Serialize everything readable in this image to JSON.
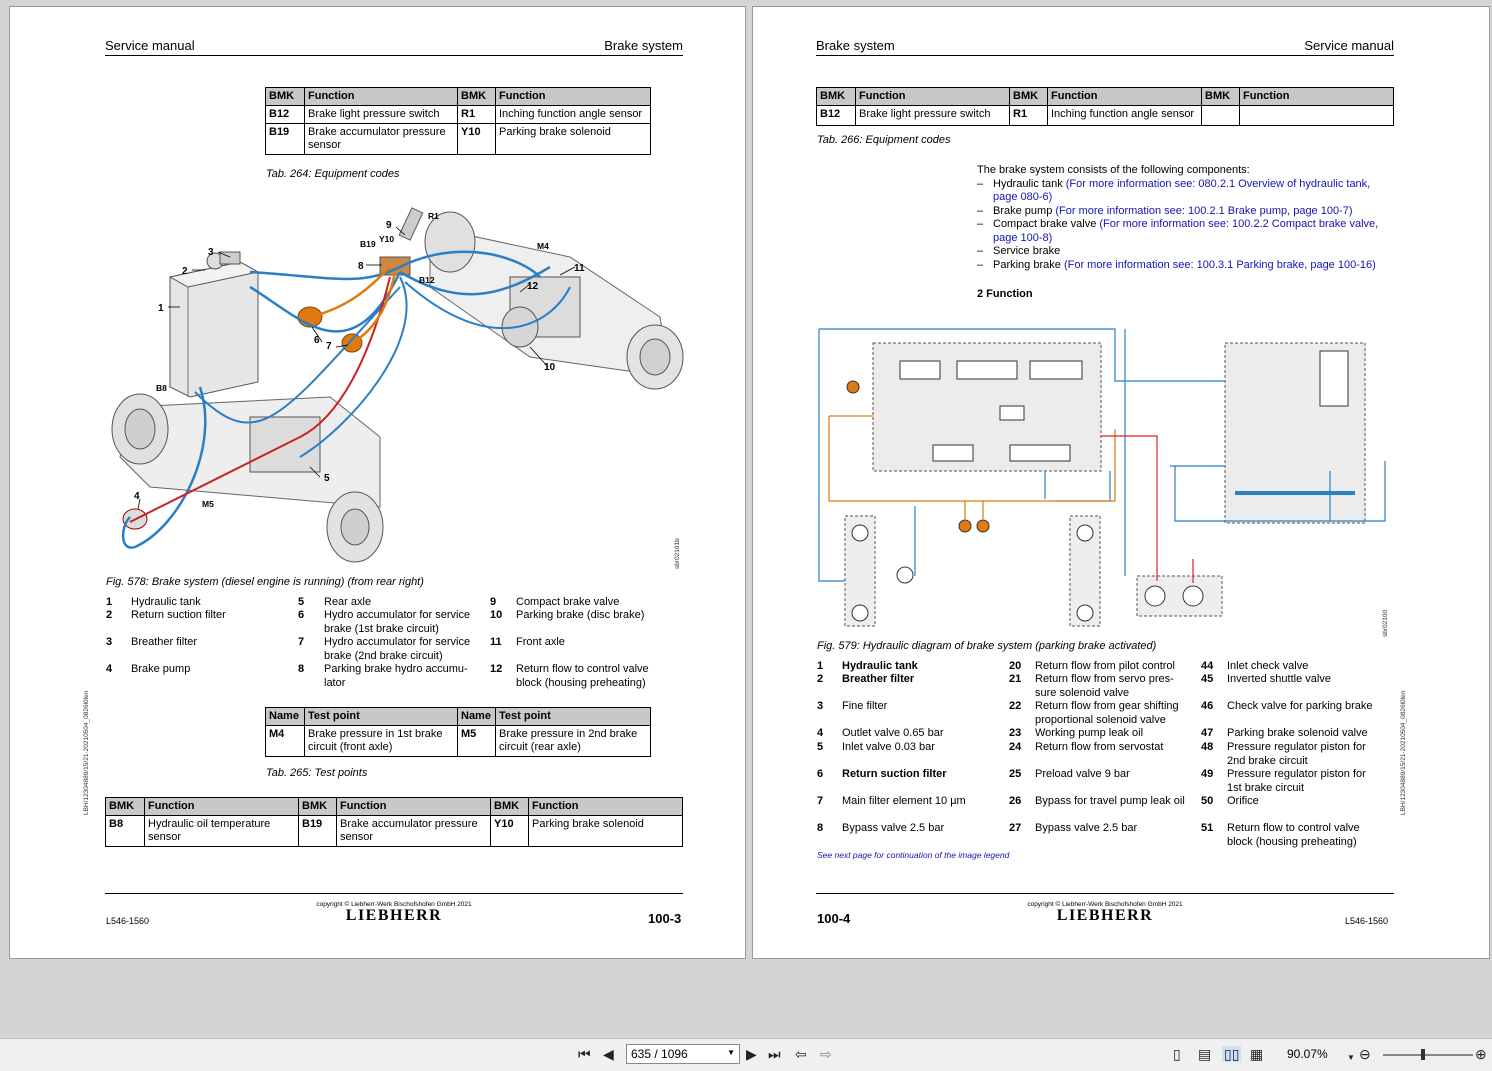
{
  "left_page": {
    "header": {
      "left": "Service manual",
      "right": "Brake system"
    },
    "tab264": {
      "headers": [
        "BMK",
        "Function",
        "BMK",
        "Function"
      ],
      "rows": [
        [
          "B12",
          "Brake light pressure switch",
          "R1",
          "Inching function angle sensor"
        ],
        [
          "B19",
          "Brake accumulator pressure sensor",
          "Y10",
          "Parking brake solenoid"
        ]
      ],
      "caption": "Tab. 264: Equipment codes"
    },
    "figure": {
      "labels": [
        "1",
        "2",
        "3",
        "4",
        "5",
        "6",
        "7",
        "8",
        "9",
        "10",
        "11",
        "12",
        "B8",
        "B12",
        "B19",
        "Y10",
        "R1",
        "M4",
        "M5"
      ],
      "side_code": "sbr02101b",
      "caption": "Fig. 578: Brake system (diesel engine is running) (from rear right)"
    },
    "legend": [
      {
        "n": "1",
        "t": "Hydraulic tank"
      },
      {
        "n": "2",
        "t": "Return suction filter"
      },
      {
        "n": "3",
        "t": "Breather filter"
      },
      {
        "n": "4",
        "t": "Brake pump"
      },
      {
        "n": "5",
        "t": "Rear axle"
      },
      {
        "n": "6",
        "t": "Hydro accumulator for service brake (1st brake circuit)"
      },
      {
        "n": "7",
        "t": "Hydro accumulator for service brake (2nd brake circuit)"
      },
      {
        "n": "8",
        "t": "Parking brake hydro accumu-lator"
      },
      {
        "n": "9",
        "t": "Compact brake valve"
      },
      {
        "n": "10",
        "t": "Parking brake (disc brake)"
      },
      {
        "n": "11",
        "t": "Front axle"
      },
      {
        "n": "12",
        "t": "Return flow to control valve block (housing preheating)"
      }
    ],
    "tab265": {
      "headers": [
        "Name",
        "Test point",
        "Name",
        "Test point"
      ],
      "rows": [
        [
          "M4",
          "Brake pressure in 1st brake circuit (front axle)",
          "M5",
          "Brake pressure in 2nd brake circuit (rear axle)"
        ]
      ],
      "caption": "Tab. 265: Test points"
    },
    "tab_b8": {
      "headers": [
        "BMK",
        "Function",
        "BMK",
        "Function",
        "BMK",
        "Function"
      ],
      "rows": [
        [
          "B8",
          "Hydraulic oil temperature sensor",
          "B19",
          "Brake accumulator pressure sensor",
          "Y10",
          "Parking brake solenoid"
        ]
      ]
    },
    "side_text": "LBH/12304889/15/21-20210504_0826l0len",
    "footer": {
      "copyright": "copyright © Liebherr-Werk Bischofshofen GmbH 2021",
      "logo": "LIEBHERR",
      "model": "L546-1560",
      "page": "100-3"
    }
  },
  "right_page": {
    "header": {
      "left": "Brake system",
      "right": "Service manual"
    },
    "tab266": {
      "headers": [
        "BMK",
        "Function",
        "BMK",
        "Function",
        "BMK",
        "Function"
      ],
      "rows": [
        [
          "B12",
          "Brake light pressure switch",
          "R1",
          "Inching function angle sensor",
          "",
          ""
        ]
      ],
      "caption": "Tab. 266: Equipment codes"
    },
    "components": {
      "intro": "The brake system consists of the following components:",
      "items": [
        {
          "t": "Hydraulic tank",
          "link": "(For more information see: 080.2.1 Overview of hydraulic tank, page 080-6)"
        },
        {
          "t": "Brake pump",
          "link": "(For more information see: 100.2.1 Brake pump, page 100-7)"
        },
        {
          "t": "Compact brake valve",
          "link": "(For more information see: 100.2.2 Compact brake valve, page 100-8)"
        },
        {
          "t": "Service brake",
          "link": ""
        },
        {
          "t": "Parking brake",
          "link": "(For more information see: 100.3.1 Parking brake, page 100-16)"
        }
      ]
    },
    "section_title": "2 Function",
    "diagram": {
      "side_code": "sbr02100",
      "caption": "Fig. 579: Hydraulic diagram of brake system (parking brake activated)"
    },
    "legend": [
      {
        "n": "1",
        "t": "Hydraulic tank",
        "b": true
      },
      {
        "n": "2",
        "t": "Breather filter",
        "b": true
      },
      {
        "n": "3",
        "t": "Fine filter"
      },
      {
        "n": "4",
        "t": "Outlet valve 0.65 bar"
      },
      {
        "n": "5",
        "t": "Inlet valve 0.03 bar"
      },
      {
        "n": "6",
        "t": "Return suction filter",
        "b": true
      },
      {
        "n": "7",
        "t": "Main filter element 10 µm"
      },
      {
        "n": "8",
        "t": "Bypass valve 2.5 bar"
      },
      {
        "n": "20",
        "t": "Return flow from pilot control"
      },
      {
        "n": "21",
        "t": "Return flow from servo pres-sure solenoid valve"
      },
      {
        "n": "22",
        "t": "Return flow from gear shifting proportional solenoid valve"
      },
      {
        "n": "23",
        "t": "Working pump leak oil"
      },
      {
        "n": "24",
        "t": "Return flow from servostat"
      },
      {
        "n": "25",
        "t": "Preload valve 9 bar"
      },
      {
        "n": "26",
        "t": "Bypass for travel pump leak oil"
      },
      {
        "n": "27",
        "t": "Bypass valve 2.5 bar"
      },
      {
        "n": "44",
        "t": "Inlet check valve"
      },
      {
        "n": "45",
        "t": "Inverted shuttle valve"
      },
      {
        "n": "46",
        "t": "Check valve for parking brake"
      },
      {
        "n": "47",
        "t": "Parking brake solenoid valve"
      },
      {
        "n": "48",
        "t": "Pressure regulator piston for 2nd brake circuit"
      },
      {
        "n": "49",
        "t": "Pressure regulator piston for 1st brake circuit"
      },
      {
        "n": "50",
        "t": "Orifice"
      },
      {
        "n": "51",
        "t": "Return flow to control valve block (housing preheating)"
      }
    ],
    "continuation": "See next page for continuation of the image legend",
    "side_text": "LBH/12304889/15/21-20210504_0826l0len",
    "footer": {
      "copyright": "copyright © Liebherr-Werk Bischofshofen GmbH 2021",
      "logo": "LIEBHERR",
      "model": "L546-1560",
      "page": "100-4"
    }
  },
  "toolbar": {
    "page_indicator": "635 / 1096",
    "zoom": "90.07%",
    "icons": [
      "first-page-icon",
      "prev-page-icon",
      "next-page-icon",
      "last-page-icon",
      "go-back-icon",
      "go-forward-icon",
      "single-page-icon",
      "continuous-icon",
      "two-page-icon",
      "two-page-continuous-icon",
      "zoom-out-icon",
      "zoom-in-icon"
    ]
  }
}
